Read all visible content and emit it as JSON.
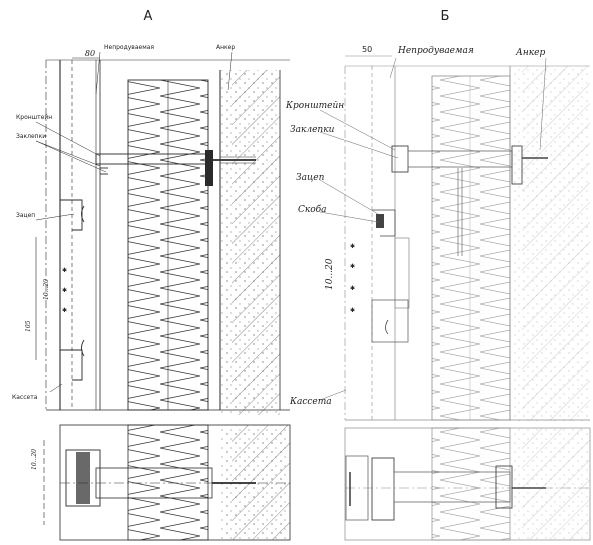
{
  "panels": {
    "a": {
      "letter": "А",
      "dim_top": "80",
      "labels": {
        "waterproof": "Непродуваемая",
        "anchor": "Анкер",
        "bracket": "Кронштейн",
        "clamps": "Заклепки",
        "hook": "Зацеп",
        "cassette": "Кассета",
        "dim_side_1": "10...20",
        "dim_side_2": "105"
      },
      "plan_dim": "10...20"
    },
    "b": {
      "letter": "Б",
      "dim_top": "50",
      "labels": {
        "waterproof": "Непродуваемая",
        "anchor": "Анкер",
        "bracket": "Кронштейн",
        "clamps": "Заклепки",
        "hook": "Зацеп",
        "staple": "Скоба",
        "dim_side": "10...20",
        "cassette": "Кассета"
      }
    }
  },
  "colors": {
    "line": "#2a2a2a",
    "faint": "#9a9a9a",
    "hatch": "#555555"
  }
}
